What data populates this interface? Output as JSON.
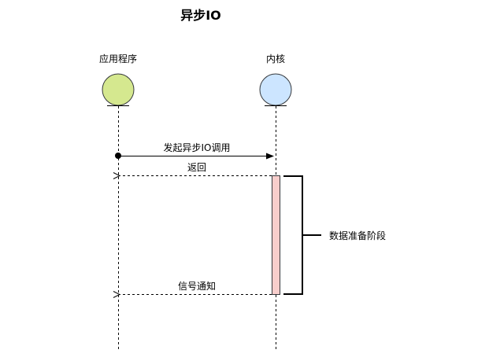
{
  "title": "异步IO",
  "actors": [
    {
      "label": "应用程序",
      "color": "#d5e88f"
    },
    {
      "label": "内核",
      "color": "#cce5ff"
    }
  ],
  "messages": [
    {
      "label": "发起异步IO调用"
    },
    {
      "label": "返回"
    },
    {
      "label": "信号通知"
    }
  ],
  "activation_color": "#f8cecc",
  "phase_label": "数据准备阶段"
}
